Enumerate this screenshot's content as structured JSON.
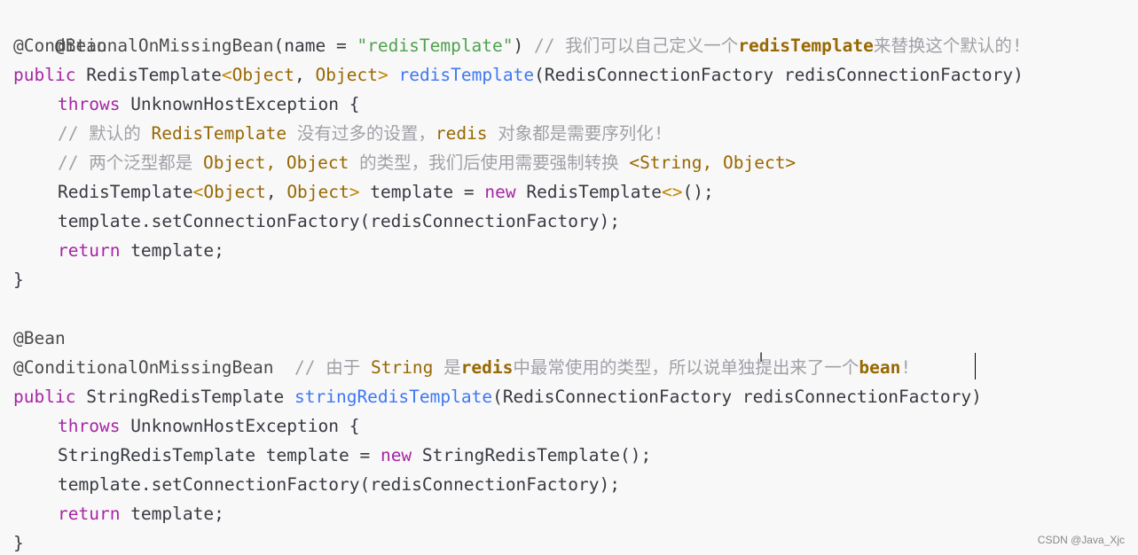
{
  "code": {
    "b1": {
      "l1_anno": "@Bean",
      "l2_anno": "@ConditionalOnMissingBean",
      "l2_open": "(name = ",
      "l2_str": "\"redisTemplate\"",
      "l2_close": ")",
      "l2_comment_a": " // 我们可以自己定义一个",
      "l2_comment_b": "redisTemplate",
      "l2_comment_c": "来替换这个默认的!",
      "l3_public": "public",
      "l3_type": " RedisTemplate",
      "l3_gen_open": "<",
      "l3_obj1": "Object",
      "l3_comma": ", ",
      "l3_obj2": "Object",
      "l3_gen_close": ">",
      "l3_method": " redisTemplate",
      "l3_params": "(RedisConnectionFactory redisConnectionFactory)",
      "l4_throws": "throws",
      "l4_rest": " UnknownHostException {",
      "l5_a": "// 默认的 ",
      "l5_b": "RedisTemplate",
      "l5_c": " 没有过多的设置，",
      "l5_d": "redis",
      "l5_e": " 对象都是需要序列化!",
      "l6_a": "// 两个泛型都是 ",
      "l6_b": "Object, Object",
      "l6_c": " 的类型，我们后使用需要强制转换 ",
      "l6_d": "<String, Object>",
      "l7_type": "RedisTemplate",
      "l7_gen_open": "<",
      "l7_obj1": "Object",
      "l7_comma": ", ",
      "l7_obj2": "Object",
      "l7_gen_close": ">",
      "l7_var": " template = ",
      "l7_new": "new",
      "l7_rest": " RedisTemplate",
      "l7_diamond": "<>",
      "l7_end": "();",
      "l8": "template.setConnectionFactory(redisConnectionFactory);",
      "l9_return": "return",
      "l9_rest": " template;",
      "l10": "}"
    },
    "b2": {
      "l1_anno": "@Bean",
      "l2_anno": "@ConditionalOnMissingBean",
      "l2_comment_a": "  // 由于 ",
      "l2_comment_b": "String",
      "l2_comment_c": " 是",
      "l2_comment_d": "redis",
      "l2_comment_e": "中最常使用的类型，所以说单独提出来了一个",
      "l2_comment_f": "bean",
      "l2_comment_g": "!",
      "l3_public": "public",
      "l3_type": " StringRedisTemplate",
      "l3_method": " stringRedisTemplate",
      "l3_params": "(RedisConnectionFactory redisConnectionFactory)",
      "l4_throws": "throws",
      "l4_rest": " UnknownHostException {",
      "l5_type": "StringRedisTemplate",
      "l5_var": " template = ",
      "l5_new": "new",
      "l5_rest": " StringRedisTemplate();",
      "l6": "template.setConnectionFactory(redisConnectionFactory);",
      "l7_return": "return",
      "l7_rest": " template;",
      "l8": "}"
    }
  },
  "watermark": "CSDN @Java_Xjc",
  "ibeam_glyph": "I",
  "colors": {
    "background": "#f8f8f8",
    "keyword": "#a626a4",
    "type": "#986801",
    "function": "#4078f2",
    "string": "#50a14f",
    "comment": "#a0a1a7"
  }
}
